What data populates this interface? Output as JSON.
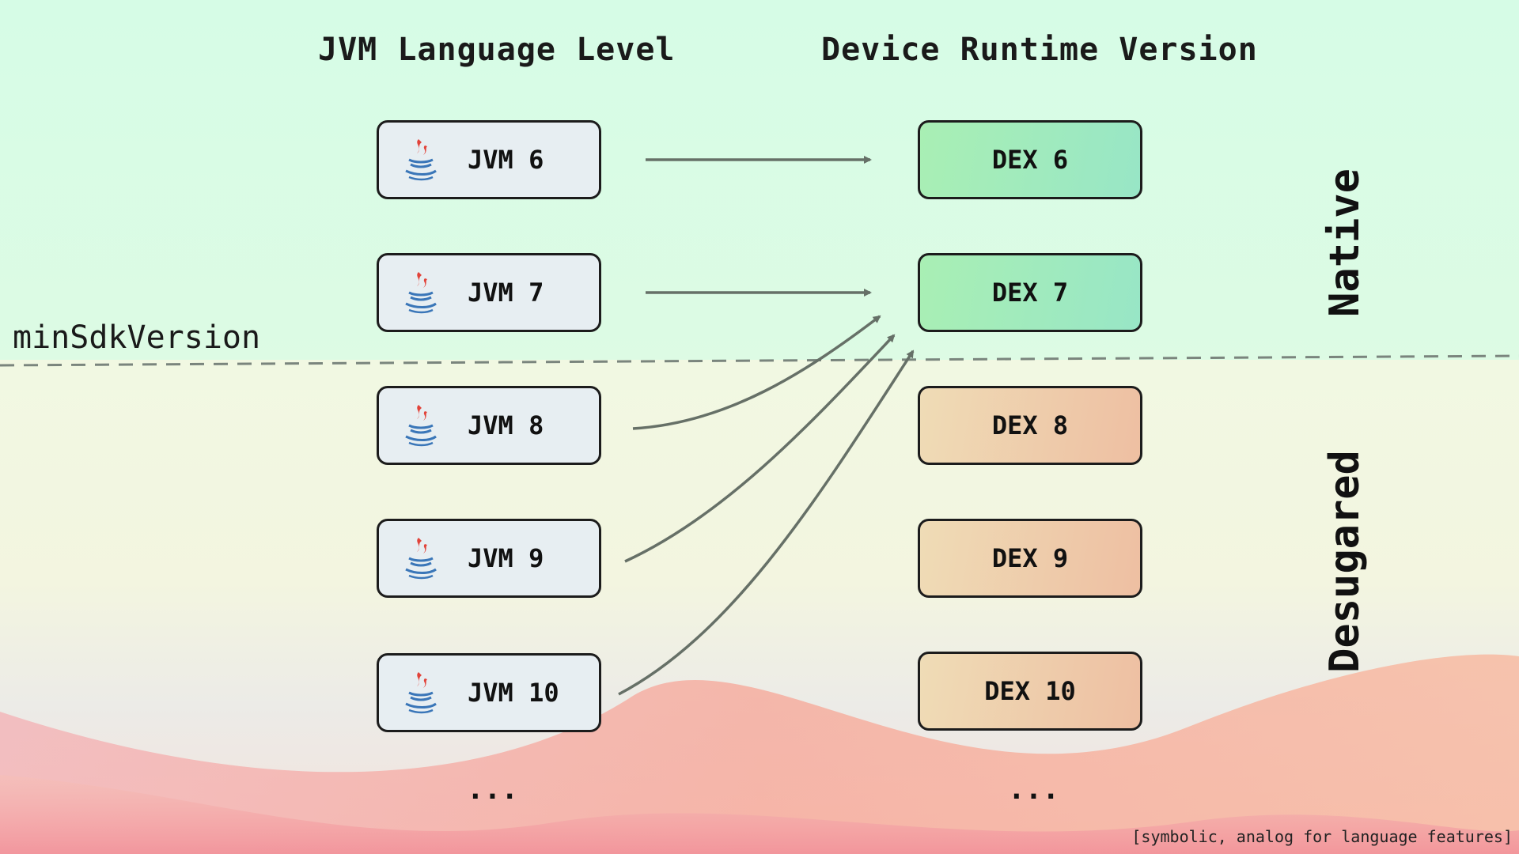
{
  "headings": {
    "jvm": "JVM Language Level",
    "dex": "Device Runtime Version"
  },
  "divider_label": "minSdkVersion",
  "side_labels": {
    "native": "Native",
    "desugared": "Desugared"
  },
  "jvm_levels": [
    "JVM 6",
    "JVM 7",
    "JVM 8",
    "JVM 9",
    "JVM 10"
  ],
  "dex_versions": [
    "DEX 6",
    "DEX 7",
    "DEX 8",
    "DEX 9",
    "DEX 10"
  ],
  "ellipsis": {
    "jvm": "...",
    "dex": "..."
  },
  "footnote": "[symbolic, analog for language features]",
  "colors": {
    "native_bg": "#d6fce6",
    "desugared_bg": "#f1f8e2",
    "arrow": "#667067",
    "dex_native": "#a9efb4",
    "dex_desugared": "#eebfa2"
  },
  "icons": {
    "jvm_box_icon": "java-coffee-cup-icon"
  }
}
